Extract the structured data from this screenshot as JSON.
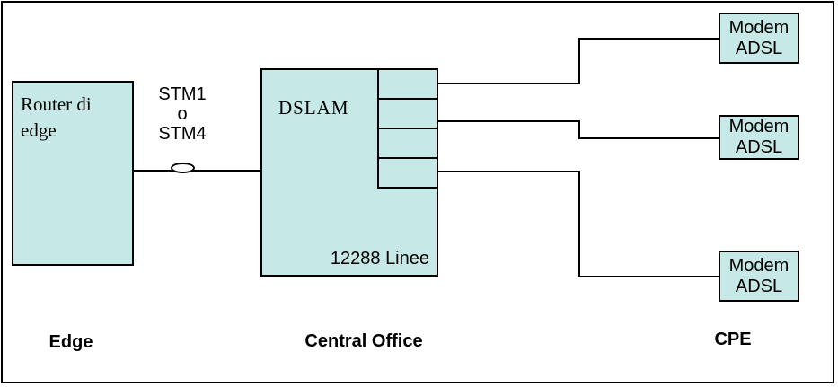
{
  "colors": {
    "node_fill": "#c6e8e6",
    "line": "#000000",
    "background": "#ffffff"
  },
  "nodes": {
    "router": {
      "line1": "Router di",
      "line2": "edge"
    },
    "dslam": {
      "label": "DSLAM",
      "capacity": "12288 Linee",
      "port_count": 4
    },
    "modems": [
      {
        "line1": "Modem",
        "line2": "ADSL"
      },
      {
        "line1": "Modem",
        "line2": "ADSL"
      },
      {
        "line1": "Modem",
        "line2": "ADSL"
      }
    ]
  },
  "link_label": {
    "line1": "STM1",
    "line2": "o",
    "line3": "STM4"
  },
  "zones": {
    "edge": "Edge",
    "central_office": "Central Office",
    "cpe": "CPE"
  }
}
